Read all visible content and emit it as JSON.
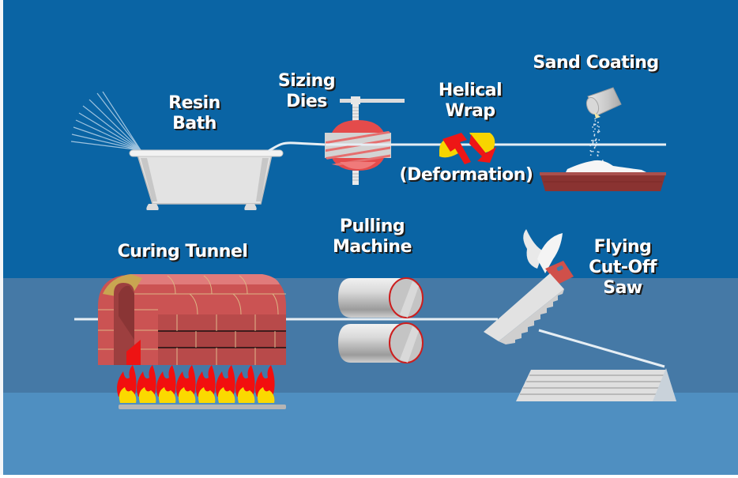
{
  "diagram": {
    "title": "Pultrusion Process",
    "colors": {
      "sky_top": "#0a64a4",
      "band_middle": "#4579a6",
      "band_bottom": "#4f8fc1",
      "rod": "#e6eef4",
      "brick": "#c9514f",
      "brick_dark": "#8f3636",
      "flame_red": "#f20f0f",
      "flame_yellow": "#fbd900",
      "saw_handle": "#d0504a",
      "pan": "#8a3331"
    },
    "stages": [
      {
        "id": "resin-bath",
        "lines": [
          "Resin",
          "Bath"
        ],
        "icon": "bathtub-icon"
      },
      {
        "id": "sizing-dies",
        "lines": [
          "Sizing",
          "Dies"
        ],
        "icon": "die-clamp-icon"
      },
      {
        "id": "helical-wrap",
        "lines": [
          "Helical",
          "Wrap"
        ],
        "note": "(Deformation)",
        "icon": "helical-arrows-icon"
      },
      {
        "id": "sand-coating",
        "lines": [
          "Sand Coating"
        ],
        "icon": "sand-cup-icon"
      },
      {
        "id": "curing-tunnel",
        "lines": [
          "Curing Tunnel"
        ],
        "icon": "brick-tunnel-icon"
      },
      {
        "id": "pulling-machine",
        "lines": [
          "Pulling",
          "Machine"
        ],
        "icon": "roller-pair-icon"
      },
      {
        "id": "cut-off-saw",
        "lines": [
          "Flying",
          "Cut-Off",
          "Saw"
        ],
        "icon": "winged-saw-icon"
      }
    ]
  }
}
